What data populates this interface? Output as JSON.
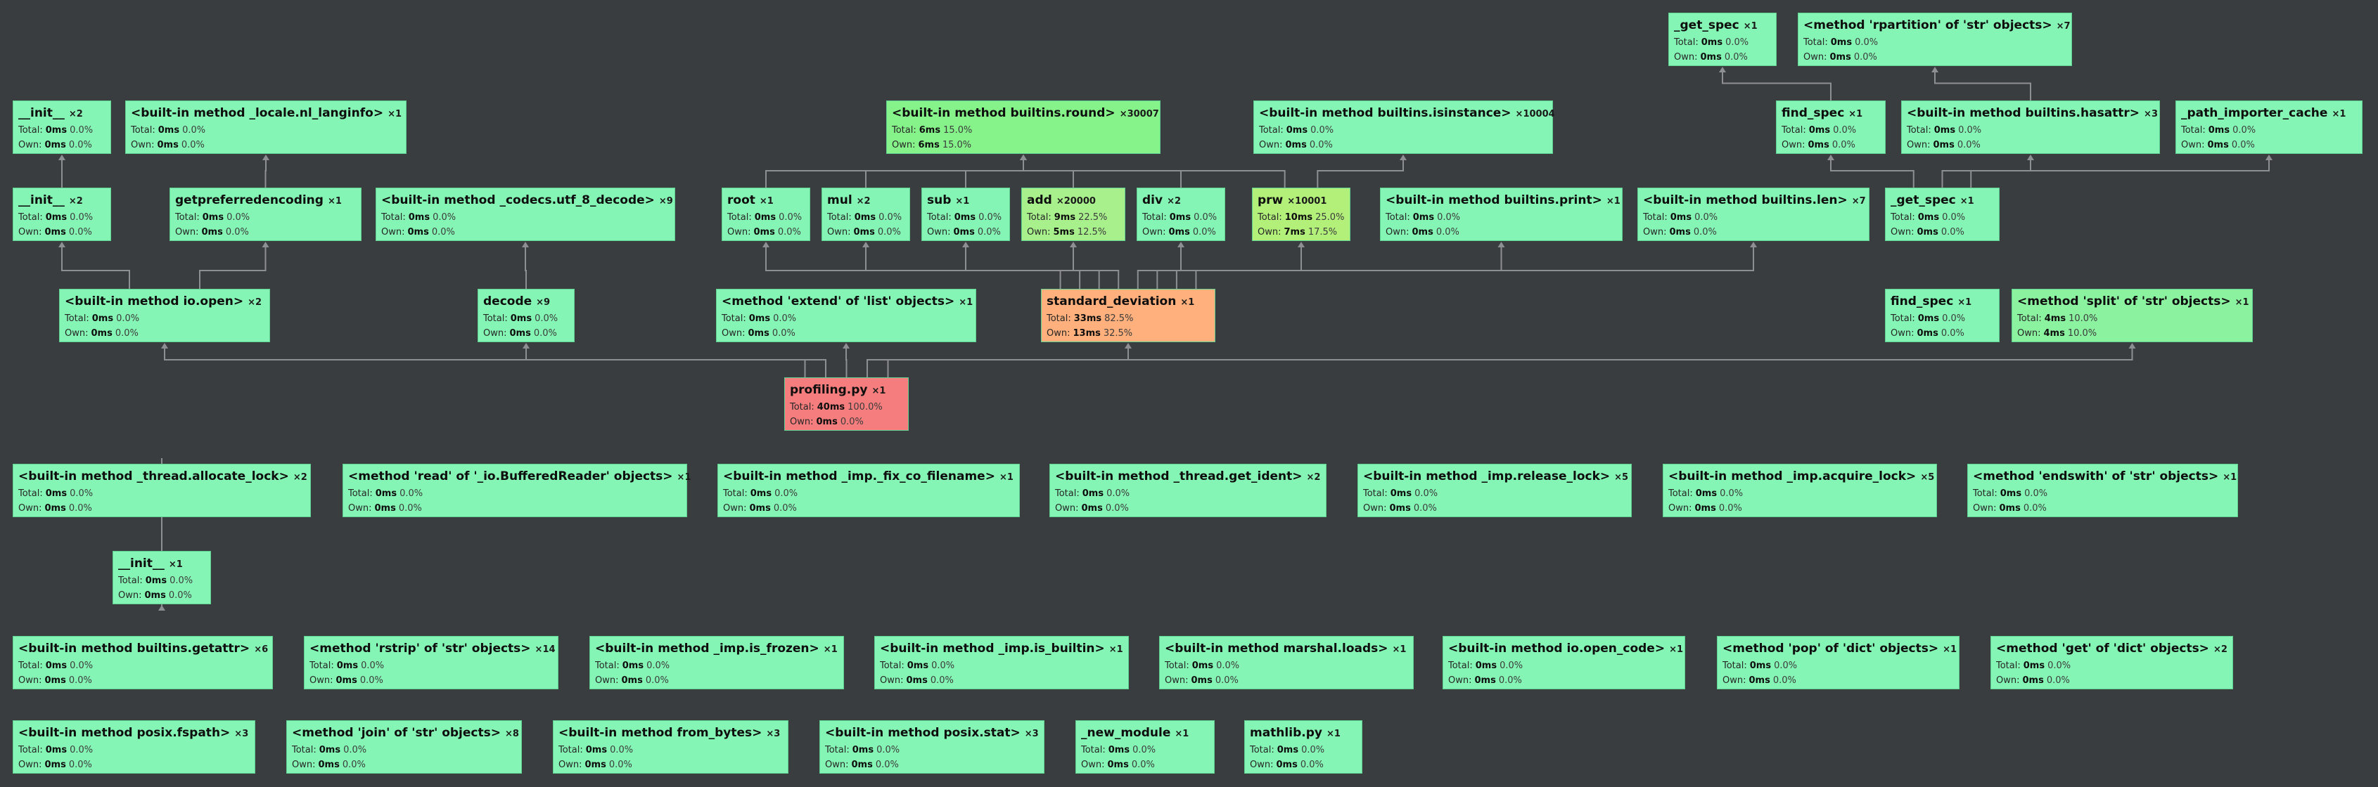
{
  "labels": {
    "total": "Total:",
    "own": "Own:"
  },
  "colors": {
    "background": "#3a3d40",
    "node_default": "#84f5b4",
    "node_hot_round": "#86f28a",
    "node_add": "#a8f08c",
    "node_prw": "#b2f07a",
    "node_split": "#8bf2a0",
    "node_standard_deviation": "#ffb07c",
    "node_root": "#f57d7d",
    "edge": "#8d8f92"
  },
  "nodes": [
    {
      "id": "get_spec_top",
      "name": "_get_spec",
      "calls": "&times;1",
      "total": "0ms",
      "total_pct": "0.0%",
      "own": "0ms",
      "own_pct": "0.0%"
    },
    {
      "id": "rpartition",
      "name": "<method 'rpartition' of 'str' objects>",
      "calls": "&times;7",
      "total": "0ms",
      "total_pct": "0.0%",
      "own": "0ms",
      "own_pct": "0.0%"
    },
    {
      "id": "init1",
      "name": "__init__",
      "calls": "&times;2",
      "total": "0ms",
      "total_pct": "0.0%",
      "own": "0ms",
      "own_pct": "0.0%"
    },
    {
      "id": "nl_langinfo",
      "name": "<built-in method _locale.nl_langinfo>",
      "calls": "&times;1",
      "total": "0ms",
      "total_pct": "0.0%",
      "own": "0ms",
      "own_pct": "0.0%"
    },
    {
      "id": "round",
      "name": "<built-in method builtins.round>",
      "calls": "&times;30007",
      "total": "6ms",
      "total_pct": "15.0%",
      "own": "6ms",
      "own_pct": "15.0%",
      "color": "node_hot_round"
    },
    {
      "id": "isinstance",
      "name": "<built-in method builtins.isinstance>",
      "calls": "&times;10004",
      "total": "0ms",
      "total_pct": "0.0%",
      "own": "0ms",
      "own_pct": "0.0%"
    },
    {
      "id": "find_spec1",
      "name": "find_spec",
      "calls": "&times;1",
      "total": "0ms",
      "total_pct": "0.0%",
      "own": "0ms",
      "own_pct": "0.0%"
    },
    {
      "id": "hasattr",
      "name": "<built-in method builtins.hasattr>",
      "calls": "&times;3",
      "total": "0ms",
      "total_pct": "0.0%",
      "own": "0ms",
      "own_pct": "0.0%"
    },
    {
      "id": "path_importer_cache",
      "name": "_path_importer_cache",
      "calls": "&times;1",
      "total": "0ms",
      "total_pct": "0.0%",
      "own": "0ms",
      "own_pct": "0.0%"
    },
    {
      "id": "init2",
      "name": "__init__",
      "calls": "&times;2",
      "total": "0ms",
      "total_pct": "0.0%",
      "own": "0ms",
      "own_pct": "0.0%"
    },
    {
      "id": "getpreferredencoding",
      "name": "getpreferredencoding",
      "calls": "&times;1",
      "total": "0ms",
      "total_pct": "0.0%",
      "own": "0ms",
      "own_pct": "0.0%"
    },
    {
      "id": "utf8_decode",
      "name": "<built-in method _codecs.utf_8_decode>",
      "calls": "&times;9",
      "total": "0ms",
      "total_pct": "0.0%",
      "own": "0ms",
      "own_pct": "0.0%"
    },
    {
      "id": "root",
      "name": "root",
      "calls": "&times;1",
      "total": "0ms",
      "total_pct": "0.0%",
      "own": "0ms",
      "own_pct": "0.0%"
    },
    {
      "id": "mul",
      "name": "mul",
      "calls": "&times;2",
      "total": "0ms",
      "total_pct": "0.0%",
      "own": "0ms",
      "own_pct": "0.0%"
    },
    {
      "id": "sub",
      "name": "sub",
      "calls": "&times;1",
      "total": "0ms",
      "total_pct": "0.0%",
      "own": "0ms",
      "own_pct": "0.0%"
    },
    {
      "id": "add",
      "name": "add",
      "calls": "&times;20000",
      "total": "9ms",
      "total_pct": "22.5%",
      "own": "5ms",
      "own_pct": "12.5%",
      "color": "node_add"
    },
    {
      "id": "div",
      "name": "div",
      "calls": "&times;2",
      "total": "0ms",
      "total_pct": "0.0%",
      "own": "0ms",
      "own_pct": "0.0%"
    },
    {
      "id": "prw",
      "name": "prw",
      "calls": "&times;10001",
      "total": "10ms",
      "total_pct": "25.0%",
      "own": "7ms",
      "own_pct": "17.5%",
      "color": "node_prw"
    },
    {
      "id": "print",
      "name": "<built-in method builtins.print>",
      "calls": "&times;1",
      "total": "0ms",
      "total_pct": "0.0%",
      "own": "0ms",
      "own_pct": "0.0%"
    },
    {
      "id": "len",
      "name": "<built-in method builtins.len>",
      "calls": "&times;7",
      "total": "0ms",
      "total_pct": "0.0%",
      "own": "0ms",
      "own_pct": "0.0%"
    },
    {
      "id": "get_spec_mid",
      "name": "_get_spec",
      "calls": "&times;1",
      "total": "0ms",
      "total_pct": "0.0%",
      "own": "0ms",
      "own_pct": "0.0%"
    },
    {
      "id": "io_open",
      "name": "<built-in method io.open>",
      "calls": "&times;2",
      "total": "0ms",
      "total_pct": "0.0%",
      "own": "0ms",
      "own_pct": "0.0%"
    },
    {
      "id": "decode",
      "name": "decode",
      "calls": "&times;9",
      "total": "0ms",
      "total_pct": "0.0%",
      "own": "0ms",
      "own_pct": "0.0%"
    },
    {
      "id": "extend",
      "name": "<method 'extend' of 'list' objects>",
      "calls": "&times;1",
      "total": "0ms",
      "total_pct": "0.0%",
      "own": "0ms",
      "own_pct": "0.0%"
    },
    {
      "id": "standard_deviation",
      "name": "standard_deviation",
      "calls": "&times;1",
      "total": "33ms",
      "total_pct": "82.5%",
      "own": "13ms",
      "own_pct": "32.5%",
      "color": "node_standard_deviation"
    },
    {
      "id": "find_spec2",
      "name": "find_spec",
      "calls": "&times;1",
      "total": "0ms",
      "total_pct": "0.0%",
      "own": "0ms",
      "own_pct": "0.0%"
    },
    {
      "id": "split",
      "name": "<method 'split' of 'str' objects>",
      "calls": "&times;1",
      "total": "4ms",
      "total_pct": "10.0%",
      "own": "4ms",
      "own_pct": "10.0%",
      "color": "node_split"
    },
    {
      "id": "profiling",
      "name": "profiling.py",
      "calls": "&times;1",
      "total": "40ms",
      "total_pct": "100.0%",
      "own": "0ms",
      "own_pct": "0.0%",
      "color": "node_root"
    },
    {
      "id": "allocate_lock",
      "name": "<built-in method _thread.allocate_lock>",
      "calls": "&times;2",
      "total": "0ms",
      "total_pct": "0.0%",
      "own": "0ms",
      "own_pct": "0.0%"
    },
    {
      "id": "buffered_read",
      "name": "<method 'read' of '_io.BufferedReader' objects>",
      "calls": "&times;1",
      "total": "0ms",
      "total_pct": "0.0%",
      "own": "0ms",
      "own_pct": "0.0%"
    },
    {
      "id": "fix_co_filename",
      "name": "<built-in method _imp._fix_co_filename>",
      "calls": "&times;1",
      "total": "0ms",
      "total_pct": "0.0%",
      "own": "0ms",
      "own_pct": "0.0%"
    },
    {
      "id": "get_ident",
      "name": "<built-in method _thread.get_ident>",
      "calls": "&times;2",
      "total": "0ms",
      "total_pct": "0.0%",
      "own": "0ms",
      "own_pct": "0.0%"
    },
    {
      "id": "release_lock",
      "name": "<built-in method _imp.release_lock>",
      "calls": "&times;5",
      "total": "0ms",
      "total_pct": "0.0%",
      "own": "0ms",
      "own_pct": "0.0%"
    },
    {
      "id": "acquire_lock",
      "name": "<built-in method _imp.acquire_lock>",
      "calls": "&times;5",
      "total": "0ms",
      "total_pct": "0.0%",
      "own": "0ms",
      "own_pct": "0.0%"
    },
    {
      "id": "endswith",
      "name": "<method 'endswith' of 'str' objects>",
      "calls": "&times;1",
      "total": "0ms",
      "total_pct": "0.0%",
      "own": "0ms",
      "own_pct": "0.0%"
    },
    {
      "id": "init3",
      "name": "__init__",
      "calls": "&times;1",
      "total": "0ms",
      "total_pct": "0.0%",
      "own": "0ms",
      "own_pct": "0.0%"
    },
    {
      "id": "getattr",
      "name": "<built-in method builtins.getattr>",
      "calls": "&times;6",
      "total": "0ms",
      "total_pct": "0.0%",
      "own": "0ms",
      "own_pct": "0.0%"
    },
    {
      "id": "rstrip",
      "name": "<method 'rstrip' of 'str' objects>",
      "calls": "&times;14",
      "total": "0ms",
      "total_pct": "0.0%",
      "own": "0ms",
      "own_pct": "0.0%"
    },
    {
      "id": "is_frozen",
      "name": "<built-in method _imp.is_frozen>",
      "calls": "&times;1",
      "total": "0ms",
      "total_pct": "0.0%",
      "own": "0ms",
      "own_pct": "0.0%"
    },
    {
      "id": "is_builtin",
      "name": "<built-in method _imp.is_builtin>",
      "calls": "&times;1",
      "total": "0ms",
      "total_pct": "0.0%",
      "own": "0ms",
      "own_pct": "0.0%"
    },
    {
      "id": "marshal_loads",
      "name": "<built-in method marshal.loads>",
      "calls": "&times;1",
      "total": "0ms",
      "total_pct": "0.0%",
      "own": "0ms",
      "own_pct": "0.0%"
    },
    {
      "id": "open_code",
      "name": "<built-in method io.open_code>",
      "calls": "&times;1",
      "total": "0ms",
      "total_pct": "0.0%",
      "own": "0ms",
      "own_pct": "0.0%"
    },
    {
      "id": "dict_pop",
      "name": "<method 'pop' of 'dict' objects>",
      "calls": "&times;1",
      "total": "0ms",
      "total_pct": "0.0%",
      "own": "0ms",
      "own_pct": "0.0%"
    },
    {
      "id": "dict_get",
      "name": "<method 'get' of 'dict' objects>",
      "calls": "&times;2",
      "total": "0ms",
      "total_pct": "0.0%",
      "own": "0ms",
      "own_pct": "0.0%"
    },
    {
      "id": "fspath",
      "name": "<built-in method posix.fspath>",
      "calls": "&times;3",
      "total": "0ms",
      "total_pct": "0.0%",
      "own": "0ms",
      "own_pct": "0.0%"
    },
    {
      "id": "str_join",
      "name": "<method 'join' of 'str' objects>",
      "calls": "&times;8",
      "total": "0ms",
      "total_pct": "0.0%",
      "own": "0ms",
      "own_pct": "0.0%"
    },
    {
      "id": "from_bytes",
      "name": "<built-in method from_bytes>",
      "calls": "&times;3",
      "total": "0ms",
      "total_pct": "0.0%",
      "own": "0ms",
      "own_pct": "0.0%"
    },
    {
      "id": "posix_stat",
      "name": "<built-in method posix.stat>",
      "calls": "&times;3",
      "total": "0ms",
      "total_pct": "0.0%",
      "own": "0ms",
      "own_pct": "0.0%"
    },
    {
      "id": "new_module",
      "name": "_new_module",
      "calls": "&times;1",
      "total": "0ms",
      "total_pct": "0.0%",
      "own": "0ms",
      "own_pct": "0.0%"
    },
    {
      "id": "mathlib",
      "name": "mathlib.py",
      "calls": "&times;1",
      "total": "0ms",
      "total_pct": "0.0%",
      "own": "0ms",
      "own_pct": "0.0%"
    }
  ],
  "edges": [
    [
      "find_spec1",
      "get_spec_top"
    ],
    [
      "hasattr",
      "rpartition"
    ],
    [
      "init2",
      "init1"
    ],
    [
      "getpreferredencoding",
      "nl_langinfo"
    ],
    [
      "io_open",
      "init2"
    ],
    [
      "io_open",
      "getpreferredencoding"
    ],
    [
      "decode",
      "utf8_decode"
    ],
    [
      "standard_deviation",
      "root"
    ],
    [
      "standard_deviation",
      "mul"
    ],
    [
      "standard_deviation",
      "sub"
    ],
    [
      "standard_deviation",
      "add"
    ],
    [
      "standard_deviation",
      "div"
    ],
    [
      "standard_deviation",
      "prw"
    ],
    [
      "standard_deviation",
      "print"
    ],
    [
      "standard_deviation",
      "len"
    ],
    [
      "root",
      "round"
    ],
    [
      "mul",
      "round"
    ],
    [
      "sub",
      "round"
    ],
    [
      "add",
      "round"
    ],
    [
      "div",
      "round"
    ],
    [
      "prw",
      "round"
    ],
    [
      "prw",
      "isinstance"
    ],
    [
      "get_spec_mid",
      "find_spec1"
    ],
    [
      "get_spec_mid",
      "hasattr"
    ],
    [
      "get_spec_mid",
      "path_importer_cache"
    ],
    [
      "profiling",
      "io_open"
    ],
    [
      "profiling",
      "decode"
    ],
    [
      "profiling",
      "extend"
    ],
    [
      "profiling",
      "standard_deviation"
    ],
    [
      "profiling",
      "split"
    ],
    [
      "allocate_lock",
      "init3"
    ]
  ]
}
